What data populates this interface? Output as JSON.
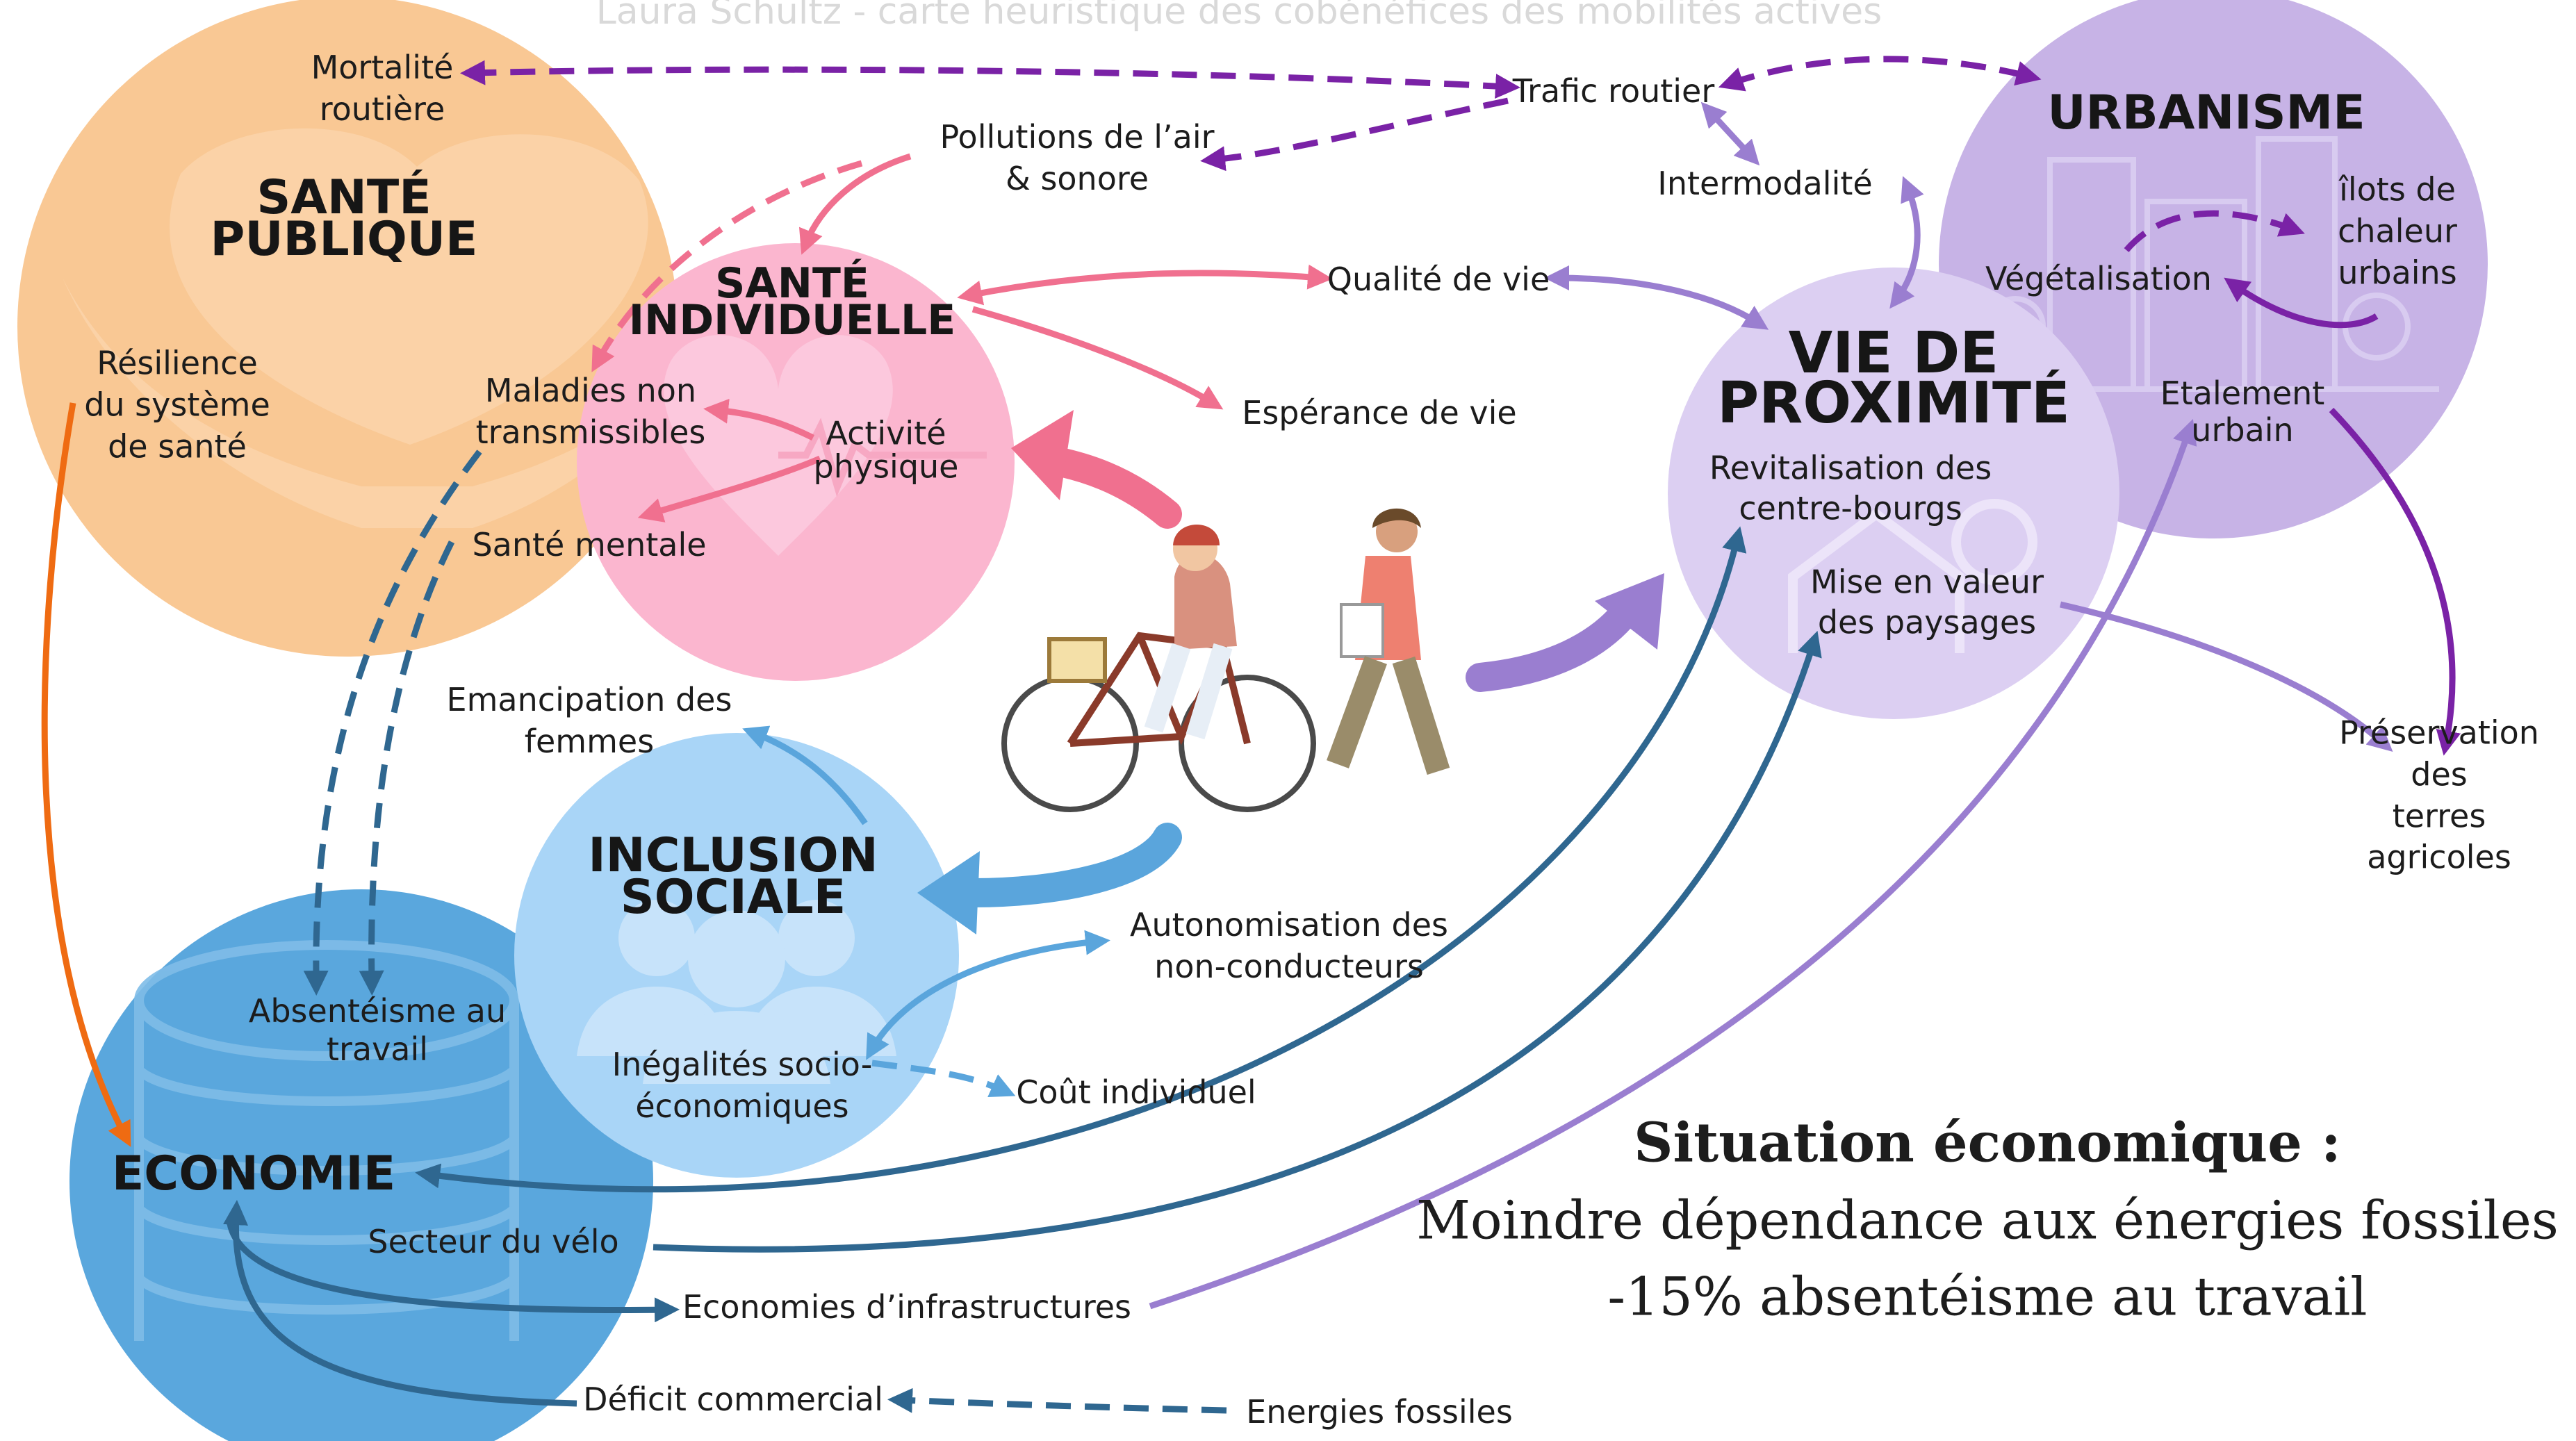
{
  "header": {
    "faded_title": "Laura Schultz - carte heuristique des cobénéfices des mobilités actives"
  },
  "hubs": {
    "sante_publique": "SANTÉ\nPUBLIQUE",
    "sante_individuelle": "SANTÉ\nINDIVIDUELLE",
    "inclusion_sociale": "INCLUSION\nSOCIALE",
    "economie": "ECONOMIE",
    "vie_de_proximite": "VIE DE\nPROXIMITÉ",
    "urbanisme": "URBANISME"
  },
  "nodes": {
    "mortalite_routiere": "Mortalité\nroutière",
    "resilience": "Résilience\ndu système\nde santé",
    "pollutions": "Pollutions de l’air\n& sonore",
    "maladies": "Maladies non\ntransmissibles",
    "activite": "Activité\nphysique",
    "sante_mentale": "Santé mentale",
    "qualite_vie": "Qualité de vie",
    "esperance_vie": "Espérance de vie",
    "trafic_routier": "Trafic routier",
    "intermodalite": "Intermodalité",
    "vegetalisation": "Végétalisation",
    "ilots_chaleur": "îlots de\nchaleur\nurbains",
    "etalement_urbain": "Etalement\nurbain",
    "revitalisation": "Revitalisation des\ncentre-bourgs",
    "mise_en_valeur": "Mise en valeur\ndes paysages",
    "preservation": "Préservation des\nterres agricoles",
    "emancipation": "Emancipation des\nfemmes",
    "autonomisation": "Autonomisation des\nnon-conducteurs",
    "inegalites": "Inégalités socio-\néconomiques",
    "cout_individuel": "Coût individuel",
    "absenteisme": "Absentéisme au\ntravail",
    "secteur_velo": "Secteur du vélo",
    "economies_infra": "Economies d’infrastructures",
    "deficit": "Déficit commercial",
    "energies_fossiles": "Energies fossiles"
  },
  "summary": {
    "heading": "Situation économique :",
    "line1": "Moindre dépendance aux énergies fossiles",
    "line2": "-15% absentéisme au travail"
  },
  "colors": {
    "orange_circle": "#f9c894",
    "pink_circle": "#fbb6cf",
    "blue_circle": "#a9d5f7",
    "eco_circle": "#5aa7dd",
    "lavender_circle": "#dccff2",
    "purple_circle": "#c7b3e6",
    "purple_arrow": "#7a22a6",
    "lilac_arrow": "#9a7ed0",
    "pink_arrow": "#f0708f",
    "light_blue_arrow": "#5aa5dc",
    "dark_blue_arrow": "#2f6790",
    "orange_arrow": "#ef6b12"
  },
  "icons": {
    "cyclist": "cyclist-illustration",
    "walker": "walker-illustration"
  }
}
